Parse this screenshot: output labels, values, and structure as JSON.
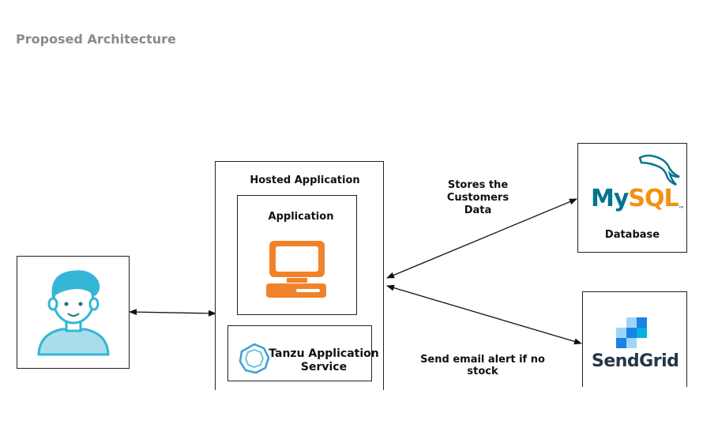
{
  "page": {
    "title": "Proposed Architecture"
  },
  "diagram": {
    "hosted_app_label": "Hosted Application",
    "application_label": "Application",
    "tanzu_label_line1": "Tanzu Application",
    "tanzu_label_line2": "Service",
    "mysql_logo_text_my": "My",
    "mysql_logo_text_sql": "SQL",
    "mysql_logo_tm": "™",
    "database_label": "Database",
    "sendgrid_logo_text": "SendGrid",
    "store_note_line1": "Stores the",
    "store_note_line2": "Customers",
    "store_note_line3": "Data",
    "email_note": "Send email alert if no stock"
  },
  "colors": {
    "laptop_orange": "#f0832a",
    "user_cyan": "#34b6d6",
    "mysql_blue": "#00758f",
    "mysql_orange": "#f29111",
    "sendgrid_blue": "#1a82e2",
    "sendgrid_dark": "#263746",
    "tanzu_teal": "#3e9ed6"
  }
}
